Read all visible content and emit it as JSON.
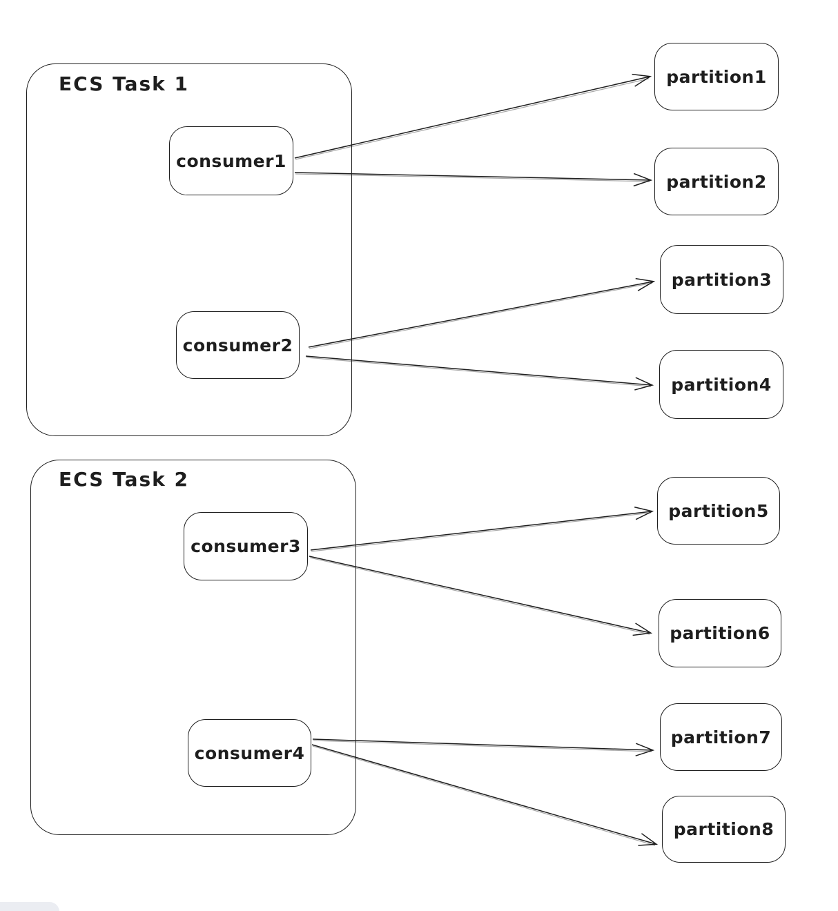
{
  "diagram": {
    "background": "#ffffff",
    "stroke_color": "#1e1e1e",
    "tasks": [
      {
        "label": "ECS Task 1"
      },
      {
        "label": "ECS Task 2"
      }
    ],
    "consumers": [
      {
        "label": "consumer1",
        "task": "ECS Task 1"
      },
      {
        "label": "consumer2",
        "task": "ECS Task 1"
      },
      {
        "label": "consumer3",
        "task": "ECS Task 2"
      },
      {
        "label": "consumer4",
        "task": "ECS Task 2"
      }
    ],
    "partitions": [
      {
        "label": "partition1"
      },
      {
        "label": "partition2"
      },
      {
        "label": "partition3"
      },
      {
        "label": "partition4"
      },
      {
        "label": "partition5"
      },
      {
        "label": "partition6"
      },
      {
        "label": "partition7"
      },
      {
        "label": "partition8"
      }
    ],
    "edges": [
      {
        "from": "consumer1",
        "to": "partition1"
      },
      {
        "from": "consumer1",
        "to": "partition2"
      },
      {
        "from": "consumer2",
        "to": "partition3"
      },
      {
        "from": "consumer2",
        "to": "partition4"
      },
      {
        "from": "consumer3",
        "to": "partition5"
      },
      {
        "from": "consumer3",
        "to": "partition6"
      },
      {
        "from": "consumer4",
        "to": "partition7"
      },
      {
        "from": "consumer4",
        "to": "partition8"
      }
    ]
  },
  "ui": {
    "bottom_left_panel_color": "#ebedf2"
  }
}
